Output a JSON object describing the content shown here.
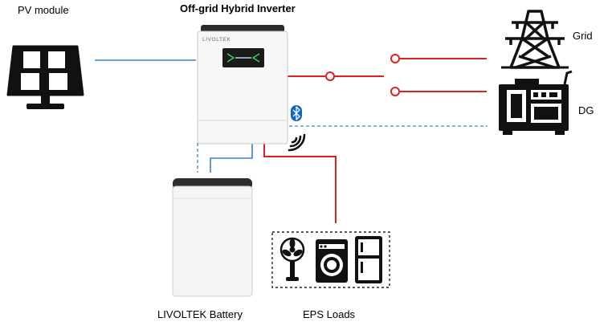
{
  "labels": {
    "pv_module": "PV module",
    "inverter": "Off-grid Hybrid Inverter",
    "grid": "Grid",
    "dg": "DG",
    "battery": "LIVOLTEK Battery",
    "eps_loads": "EPS Loads",
    "inverter_brand": "LIVOLTEK"
  },
  "colors": {
    "ac_line": "#e0201f",
    "dc_line": "#3a82c4",
    "comm_line": "#3a82c4",
    "icon": "#111111",
    "bluetooth": "#1565c0"
  },
  "icons": {
    "pv": "solar-panel-icon",
    "grid": "transmission-tower-icon",
    "dg": "generator-icon",
    "bluetooth": "bluetooth-icon",
    "wifi": "wifi-icon",
    "loads": [
      "fan-icon",
      "washing-machine-icon",
      "refrigerator-icon"
    ]
  }
}
